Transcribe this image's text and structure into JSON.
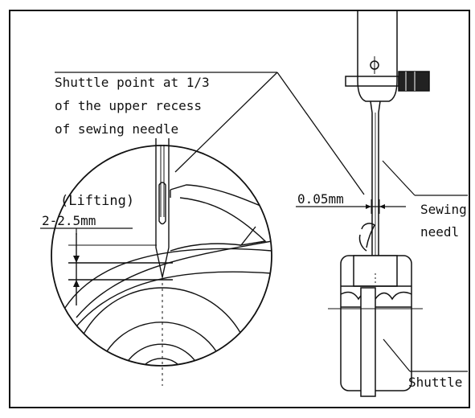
{
  "labels": {
    "shuttle_point_line1": "Shuttle point at 1/3",
    "shuttle_point_line2": "of the upper recess",
    "shuttle_point_line3": "of sewing needle",
    "lifting": "(Lifting)",
    "lift_range": "2-2.5mm",
    "clearance": "0.05mm",
    "sewing_line1": "Sewing",
    "sewing_line2": "needl",
    "shuttle": "Shuttle"
  },
  "colors": {
    "ink": "#111111",
    "background": "#ffffff"
  }
}
